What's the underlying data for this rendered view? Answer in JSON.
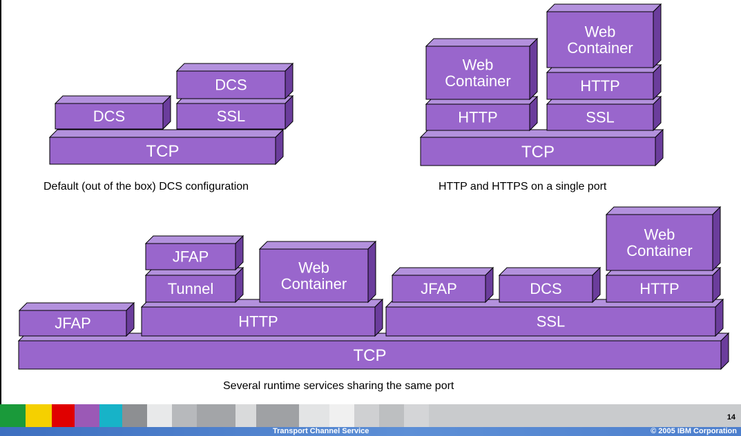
{
  "colors": {
    "block_front": "#9966cc",
    "block_top": "#b391dd",
    "block_side": "#6b3d9c",
    "block_edge": "#000000",
    "block_text": "#ffffff",
    "footer_bar": "#4a7ccb",
    "footer_strip": "#c9cbcd"
  },
  "diagram1": {
    "caption": "Default (out of the box) DCS configuration",
    "blocks": [
      "TCP",
      "DCS",
      "SSL",
      "DCS"
    ]
  },
  "diagram2": {
    "caption": "HTTP and HTTPS on a single port",
    "blocks": [
      "TCP",
      "HTTP",
      "Web\nContainer",
      "SSL",
      "HTTP",
      "Web\nContainer"
    ]
  },
  "diagram3": {
    "caption": "Several runtime services sharing the same port",
    "blocks": [
      "TCP",
      "JFAP",
      "HTTP",
      "Tunnel",
      "JFAP",
      "Web\nContainer",
      "SSL",
      "JFAP",
      "DCS",
      "HTTP",
      "Web\nContainer"
    ]
  },
  "footer": {
    "title": "Transport Channel Service",
    "copyright": "© 2005 IBM Corporation",
    "page_number": "14",
    "swatch_colors": [
      "#1a9a3a",
      "#f5d000",
      "#e00000",
      "#9b59b6",
      "#17b3c8"
    ]
  }
}
